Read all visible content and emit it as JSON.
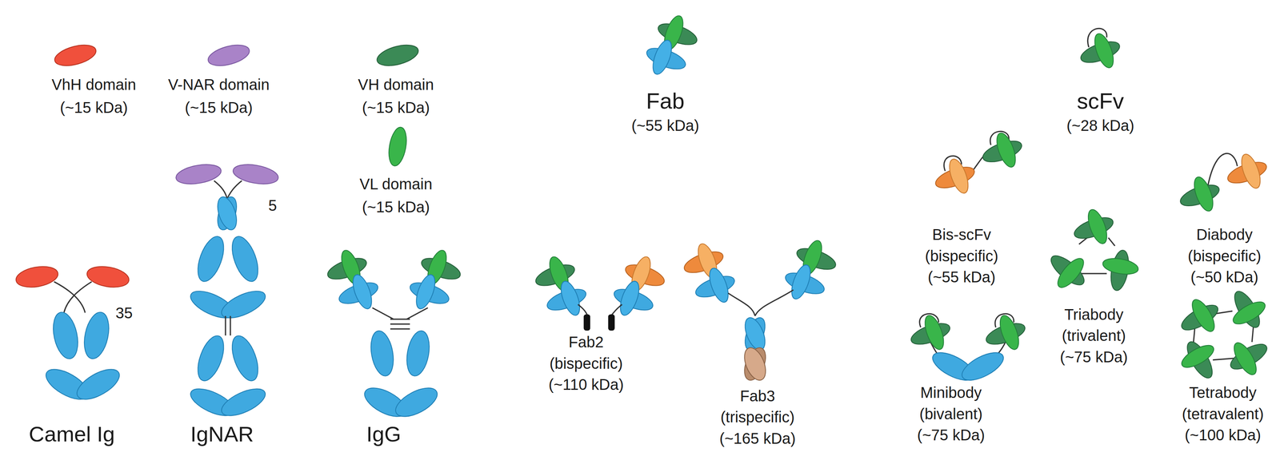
{
  "diagram": {
    "labels": [
      "VhH domain",
      "(~15 kDa)",
      "V-NAR domain",
      "(~15 kDa)",
      "VH domain",
      "(~15 kDa)",
      "Fab",
      "(~55 kDa)",
      "scFv",
      "(~28 kDa)",
      "VL domain",
      "(~15 kDa)",
      "5",
      "35",
      "Camel Ig",
      "IgNAR",
      "IgG",
      "Fab2",
      "(bispecific)",
      "(~110 kDa)",
      "Fab3",
      "(trispecific)",
      "(~165 kDa)",
      "Bis-scFv",
      "(bispecific)",
      "(~55 kDa)",
      "Diabody",
      "(bispecific)",
      "(~50 kDa)",
      "Triabody",
      "(trivalent)",
      "(~75 kDa)",
      "Minibody",
      "(bivalent)",
      "(~75 kDa)",
      "Tetrabody",
      "(tetravalent)",
      "(~100 kDa)"
    ]
  }
}
